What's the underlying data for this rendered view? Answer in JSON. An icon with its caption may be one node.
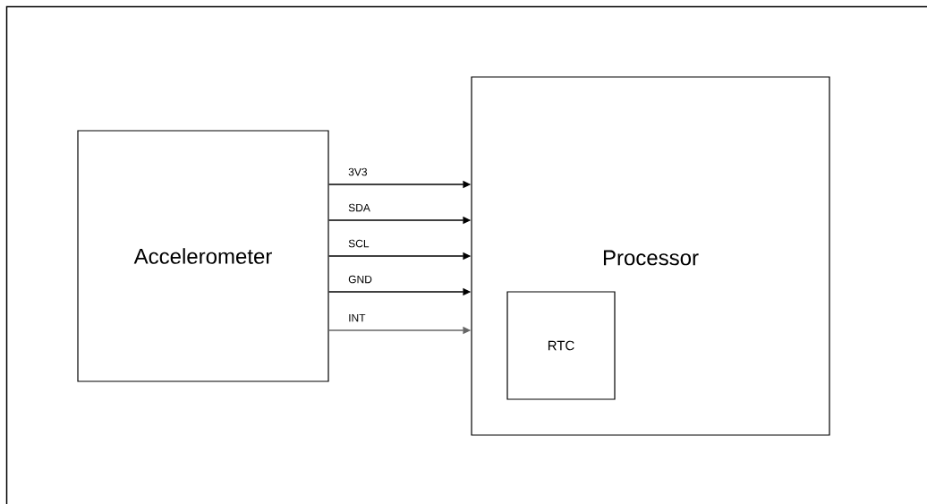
{
  "diagram": {
    "nodes": [
      {
        "text": [
          "Accelerometer"
        ]
      },
      {
        "text": [
          "Processor"
        ]
      },
      {
        "text": [
          "RTC"
        ],
        "in": 1
      }
    ],
    "edges": [
      {
        "from": 0,
        "to": 1,
        "arrow": "to",
        "label": "3V3"
      },
      {
        "from": 0,
        "to": 1,
        "arrow": "to",
        "label": "SDA"
      },
      {
        "from": 0,
        "to": 1,
        "arrow": "to",
        "label": "SCL"
      },
      {
        "from": 0,
        "to": 1,
        "arrow": "to",
        "label": "GND"
      },
      {
        "from": 0,
        "to": 1,
        "arrow": "to",
        "label": "INT",
        "color": "#666666"
      }
    ]
  }
}
